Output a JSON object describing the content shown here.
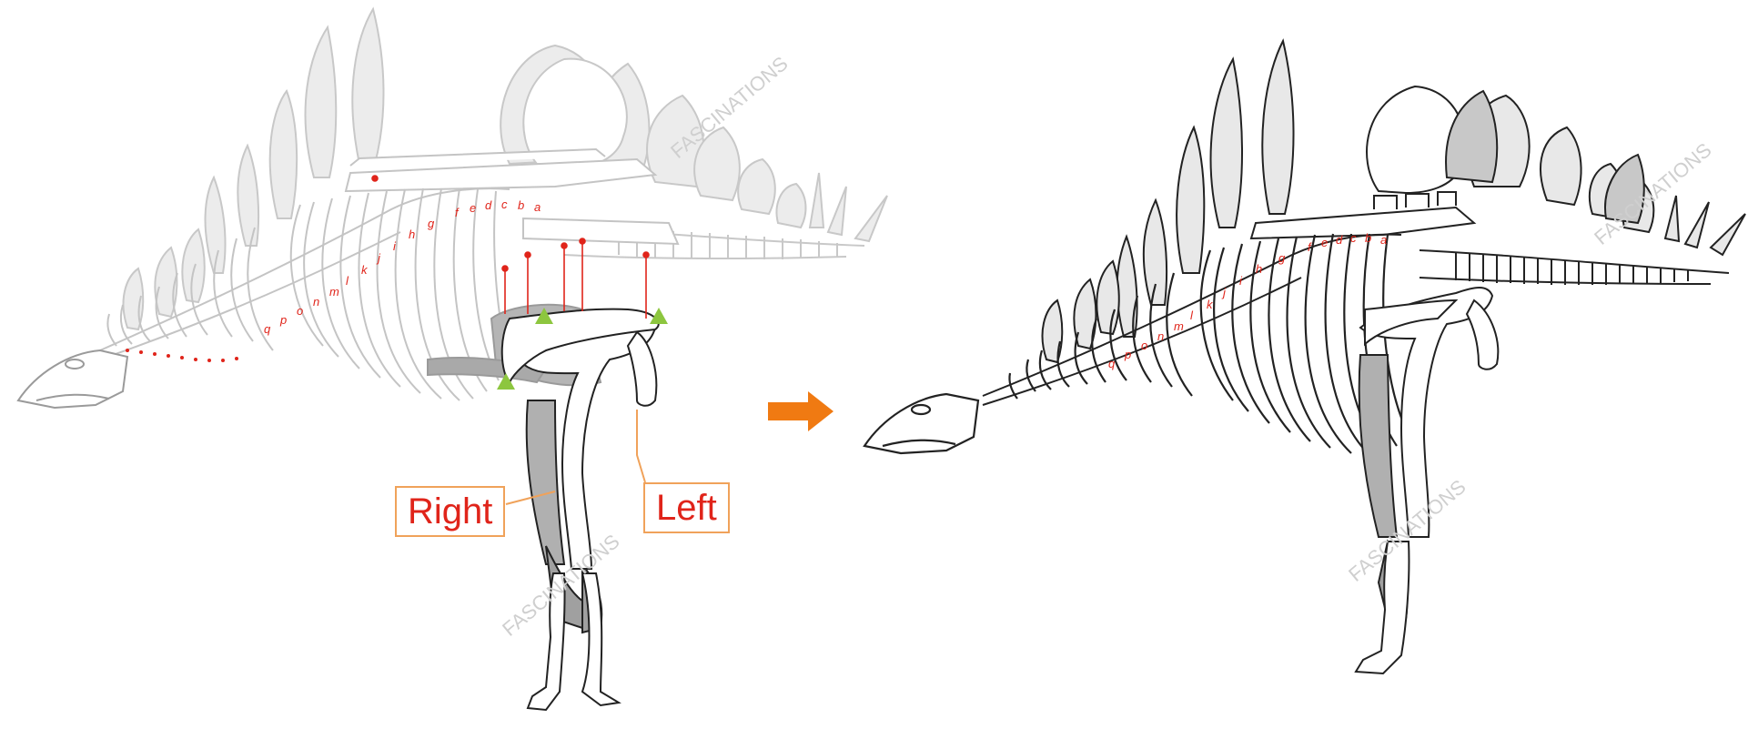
{
  "callouts": {
    "right": "Right",
    "left": "Left"
  },
  "watermark": "FASCINATIONS",
  "rib_letters": [
    "a",
    "b",
    "c",
    "d",
    "e",
    "f",
    "g",
    "h",
    "i",
    "j",
    "k",
    "l",
    "m",
    "n",
    "o",
    "p",
    "q"
  ],
  "colors": {
    "arrow": "#f07a12",
    "marker": "#8dc63f",
    "guide_line": "#e0241a",
    "leg_shade": "#a9a9a9",
    "faded_outline": "#c4c4c4",
    "outline": "#222222",
    "callout_border": "#f0a25a"
  },
  "icons": {
    "arrow": "arrow-right-icon",
    "marker": "triangle-marker-icon"
  }
}
